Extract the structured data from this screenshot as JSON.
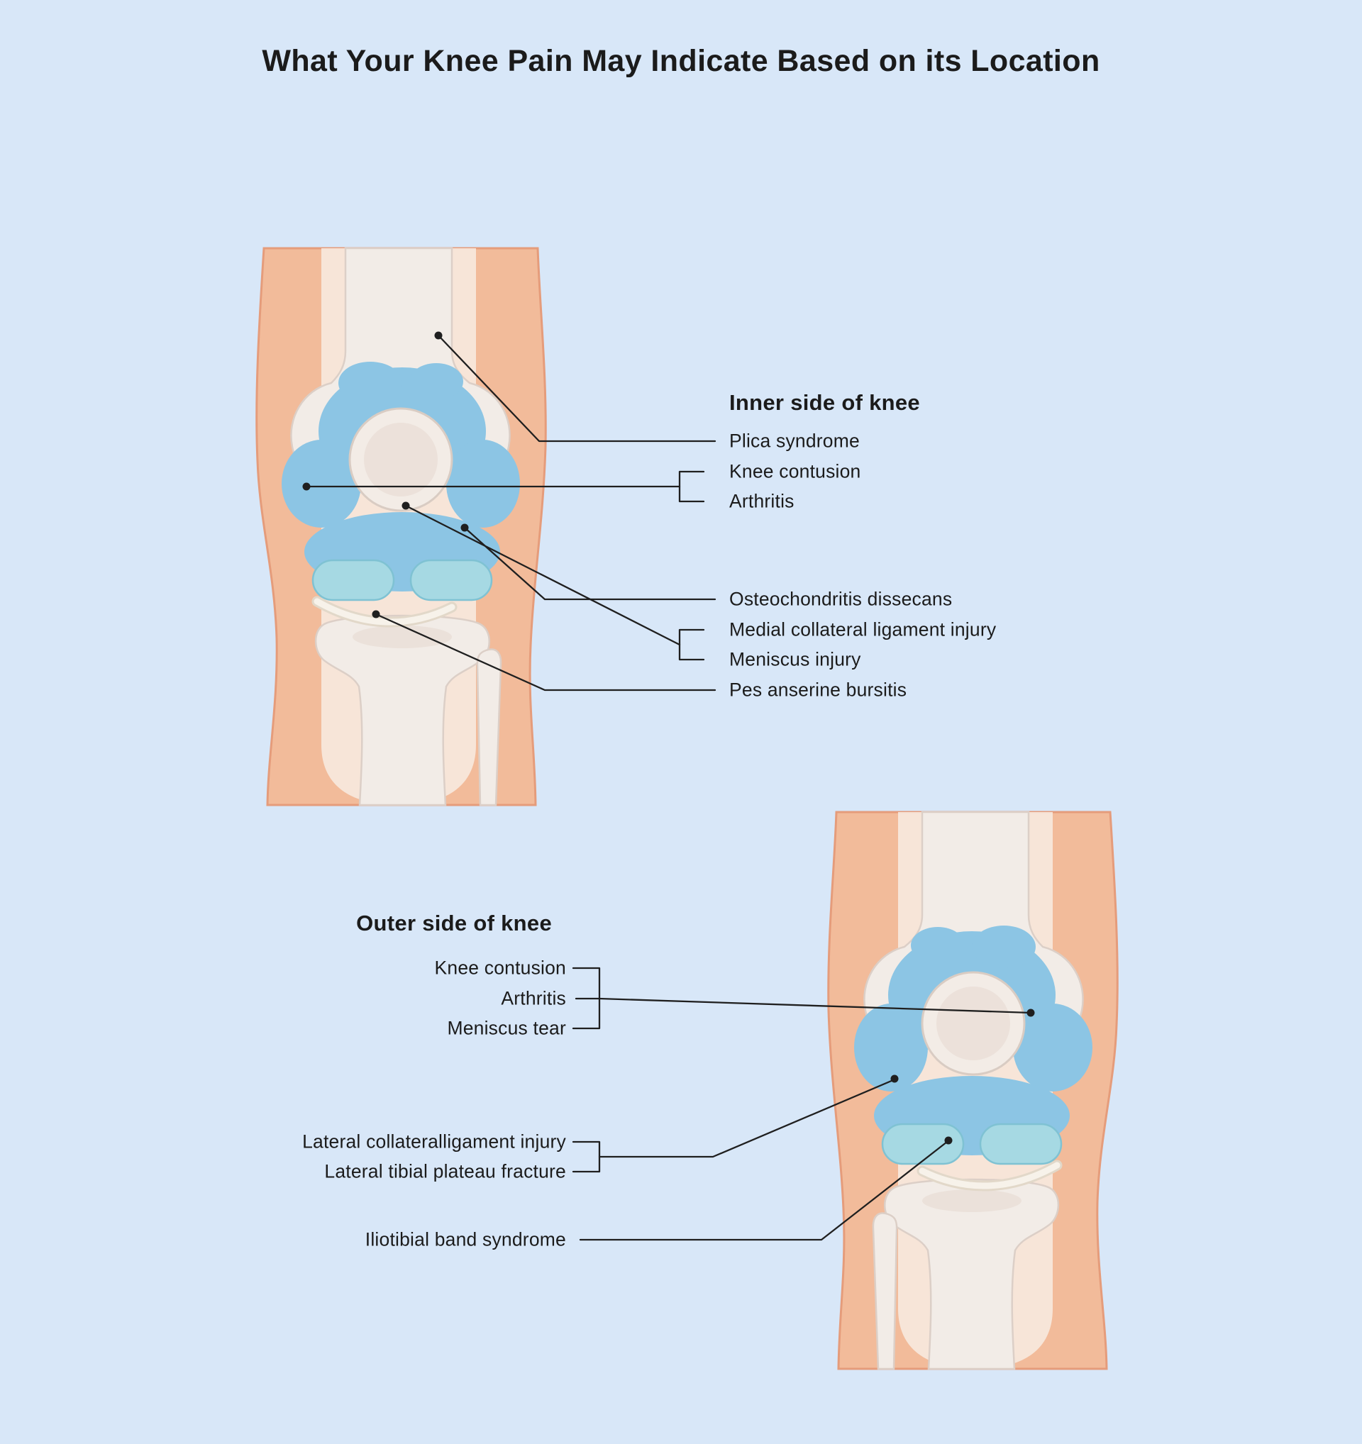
{
  "title": "What Your Knee Pain May Indicate Based on its Location",
  "inner_section": {
    "heading": "Inner side of knee",
    "labels": [
      "Plica syndrome",
      "Knee contusion",
      "Arthritis",
      "Osteochondritis dissecans",
      "Medial collateral ligament injury",
      "Meniscus injury",
      "Pes anserine bursitis"
    ]
  },
  "outer_section": {
    "heading": "Outer side of knee",
    "labels": [
      "Knee contusion",
      "Arthritis",
      "Meniscus tear",
      "Lateral collateralligament injury",
      "Lateral tibial plateau fracture",
      "Iliotibial band syndrome"
    ]
  },
  "colors": {
    "background": "#d8e7f8",
    "skin": "#f2bb9a",
    "skin_outline": "#e59c7b",
    "bone": "#f2ece7",
    "bone_outline": "#dccfc7",
    "cartilage_blue": "#8cc5e4",
    "meniscus_teal": "#a6d9e3",
    "line": "#1f1f1f"
  }
}
